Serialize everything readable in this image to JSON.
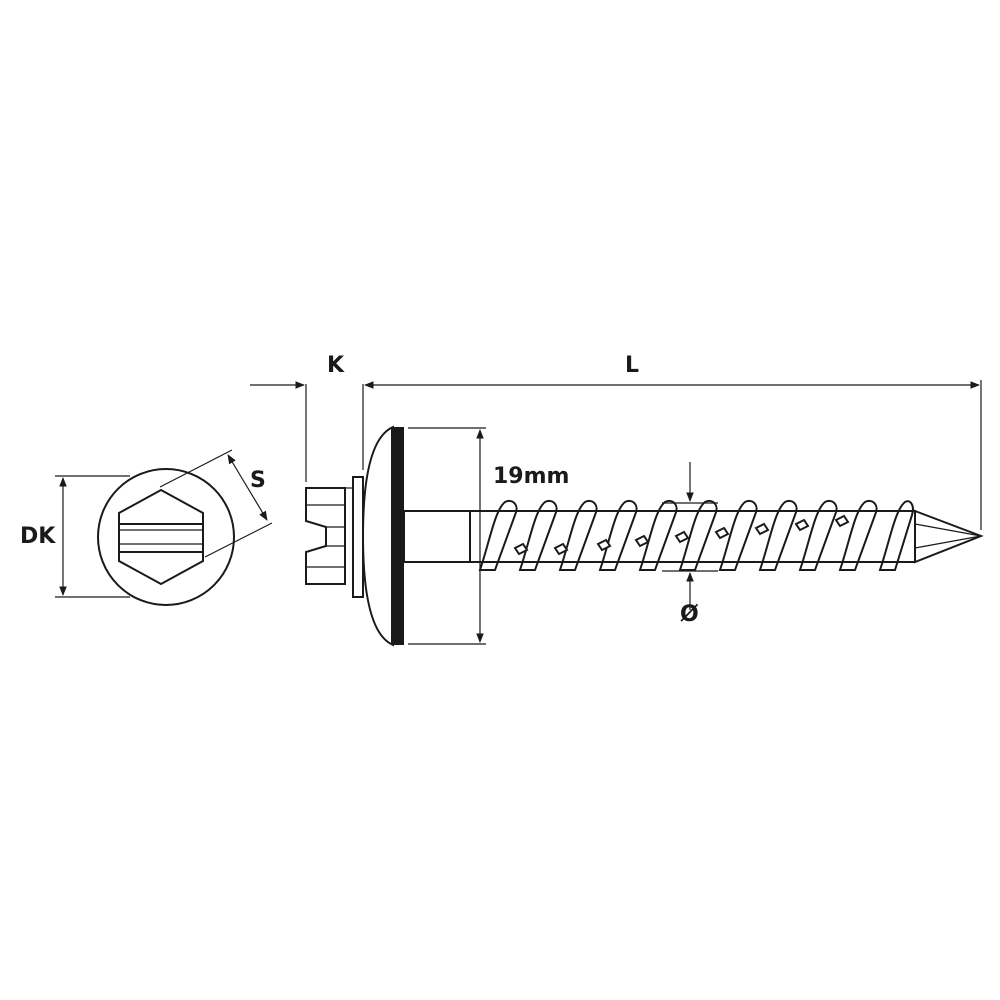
{
  "labels": {
    "head_diameter": "DK",
    "across_flats": "S",
    "head_height": "K",
    "length": "L",
    "washer_diameter": "19mm",
    "thread_diameter": "Ø"
  },
  "colors": {
    "line": "#1a1a1a",
    "background": "#ffffff",
    "washer_seal": "#1a1a1a"
  }
}
